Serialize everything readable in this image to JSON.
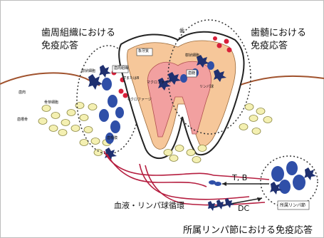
{
  "headings": {
    "periodontal": {
      "line1": "歯周組織における",
      "line2": "免疫応答"
    },
    "pulp": {
      "line1": "歯髄における",
      "line2": "免疫応答"
    },
    "lymph_node_response": "所属リンパ節における免疫応答"
  },
  "labels": {
    "tooth": "歯",
    "dentin": "象牙質",
    "dendritic_pulp": "樹状細胞",
    "pulp": "歯髄",
    "lymphocyte": "リンパ球",
    "macrophage_pulp": "マクロファージ",
    "periodontal_tissue": "歯周組織",
    "dendritic_perio": "樹状細胞",
    "t_or_b": "TまたはB",
    "macrophage_perio": "マクロファージ",
    "gingiva": "歯肉",
    "osteoblast": "骨芽細胞",
    "alveolar_bone": "歯槽骨",
    "pdl": "歯根膜",
    "circulation": "血液・リンパ球循環",
    "tb_arrow": "T, B",
    "dc_arrow": "DC",
    "lymph_node_box": "所属リンパ節"
  },
  "colors": {
    "enamel": "#ffffff",
    "dentin": "#f6c79a",
    "pulp": "#f2a0a0",
    "gum_line": "#a0522d",
    "vessel": "#b51d3f",
    "bone_cell": "#f4f0b2",
    "lymphocyte": "#2f4fa8",
    "red_cell": "#d8203a",
    "dendritic": "#1f3070"
  }
}
